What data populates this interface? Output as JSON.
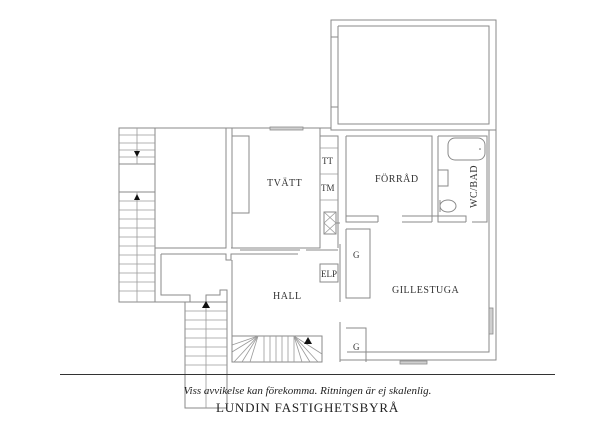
{
  "floorplan": {
    "rooms": {
      "tvatt": "TVÄTT",
      "forrad": "FÖRRÅD",
      "wc_bad": "WC/BAD",
      "hall": "HALL",
      "gillestuga": "GILLESTUGA"
    },
    "fixtures": {
      "tt": "TT",
      "tm": "TM",
      "elp": "ELP",
      "g1": "G",
      "g2": "G"
    },
    "stair_arrows": [
      "down",
      "up",
      "up",
      "up"
    ]
  },
  "footer": {
    "disclaimer": "Viss avvikelse kan förekomma. Ritningen är ej skalenlig.",
    "company": "LUNDIN FASTIGHETSBYRÅ"
  },
  "colors": {
    "walls": "#8a8a8a",
    "text": "#333333",
    "window": "#cfcfcf"
  }
}
